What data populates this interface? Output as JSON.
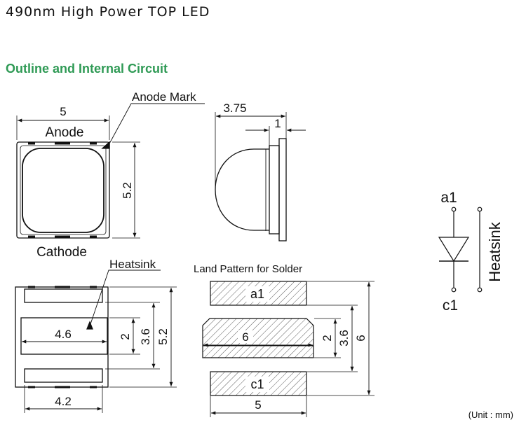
{
  "title": "490nm High Power TOP LED",
  "section_title": "Outline and Internal Circuit",
  "unit_note": "(Unit : mm)",
  "top_view": {
    "width_dim": "5",
    "height_dim": "5.2",
    "anode_label": "Anode",
    "cathode_label": "Cathode",
    "anode_mark_label": "Anode Mark"
  },
  "side_view": {
    "depth_dim": "3.75",
    "step_dim": "1"
  },
  "bottom_view": {
    "heatsink_label": "Heatsink",
    "pad_width_dim": "4.6",
    "bottom_width_dim": "4.2",
    "pad_height_dim": "2",
    "inner_height_dim": "3.6",
    "total_height_dim": "5.2"
  },
  "land_pattern": {
    "title": "Land Pattern for Solder",
    "pad_a1": "a1",
    "pad_c1": "c1",
    "center_width_dim": "6",
    "pad_height_dim": "2",
    "inner_height_dim": "3.6",
    "total_height_dim": "6",
    "width_dim": "5"
  },
  "circuit": {
    "anode": "a1",
    "cathode": "c1",
    "heatsink": "Heatsink"
  }
}
